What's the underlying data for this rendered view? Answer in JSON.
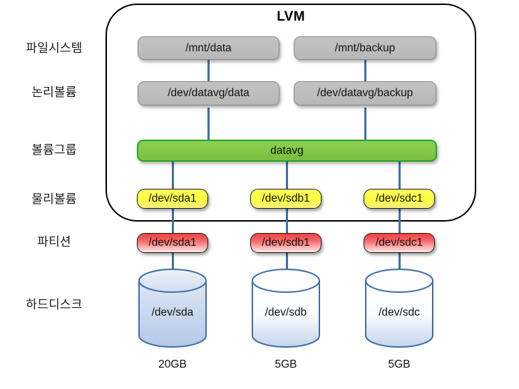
{
  "diagram": {
    "title": "LVM",
    "row_labels": [
      {
        "id": "filesystem",
        "text": "파일시스템"
      },
      {
        "id": "logical-volume",
        "text": "논리볼륨"
      },
      {
        "id": "volume-group",
        "text": "볼륨그룹"
      },
      {
        "id": "physical-volume",
        "text": "물리볼륨"
      },
      {
        "id": "partition",
        "text": "파티션"
      },
      {
        "id": "hard-disk",
        "text": "하드디스크"
      }
    ],
    "filesystems": [
      {
        "label": "/mnt/data"
      },
      {
        "label": "/mnt/backup"
      }
    ],
    "logical_volumes": [
      {
        "label": "/dev/datavg/data"
      },
      {
        "label": "/dev/datavg/backup"
      }
    ],
    "volume_group": {
      "label": "datavg"
    },
    "physical_volumes": [
      {
        "label": "/dev/sda1"
      },
      {
        "label": "/dev/sdb1"
      },
      {
        "label": "/dev/sdc1"
      }
    ],
    "partitions": [
      {
        "label": "/dev/sda1"
      },
      {
        "label": "/dev/sdb1"
      },
      {
        "label": "/dev/sdc1"
      }
    ],
    "disks": [
      {
        "label": "/dev/sda",
        "size": "20GB"
      },
      {
        "label": "/dev/sdb",
        "size": "5GB"
      },
      {
        "label": "/dev/sdc",
        "size": "5GB"
      }
    ],
    "colors": {
      "filesystem_box": "#bdbdbd",
      "logical_volume_box": "#bdbdbd",
      "volume_group_box": "#82c846",
      "volume_group_border": "#28a428",
      "physical_volume_box": "#ffff3d",
      "partition_box": "#f56a6a",
      "disk_fill": "#c3d3ea",
      "disk_stroke": "#3f6FA8",
      "connector": "#3f6FA8",
      "container_border": "#000000"
    }
  }
}
